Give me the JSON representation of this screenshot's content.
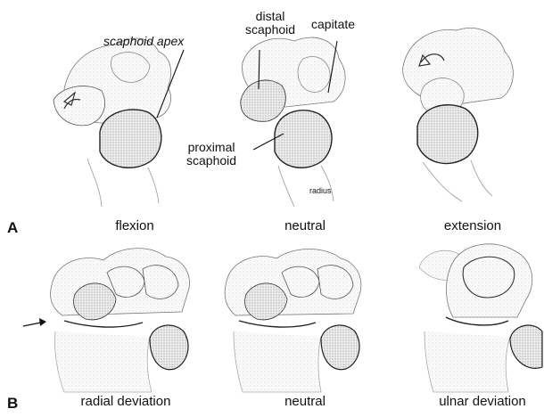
{
  "panels": {
    "a": {
      "letter": "A",
      "captions": [
        "flexion",
        "neutral",
        "extension"
      ]
    },
    "b": {
      "letter": "B",
      "captions": [
        "radial deviation",
        "neutral",
        "ulnar deviation"
      ]
    }
  },
  "annotations": {
    "scaphoid_apex": "scaphoid apex",
    "distal_scaphoid": [
      "distal",
      "scaphoid"
    ],
    "capitate": "capitate",
    "proximal_scaphoid": [
      "proximal",
      "scaphoid"
    ],
    "radius": "radius"
  }
}
